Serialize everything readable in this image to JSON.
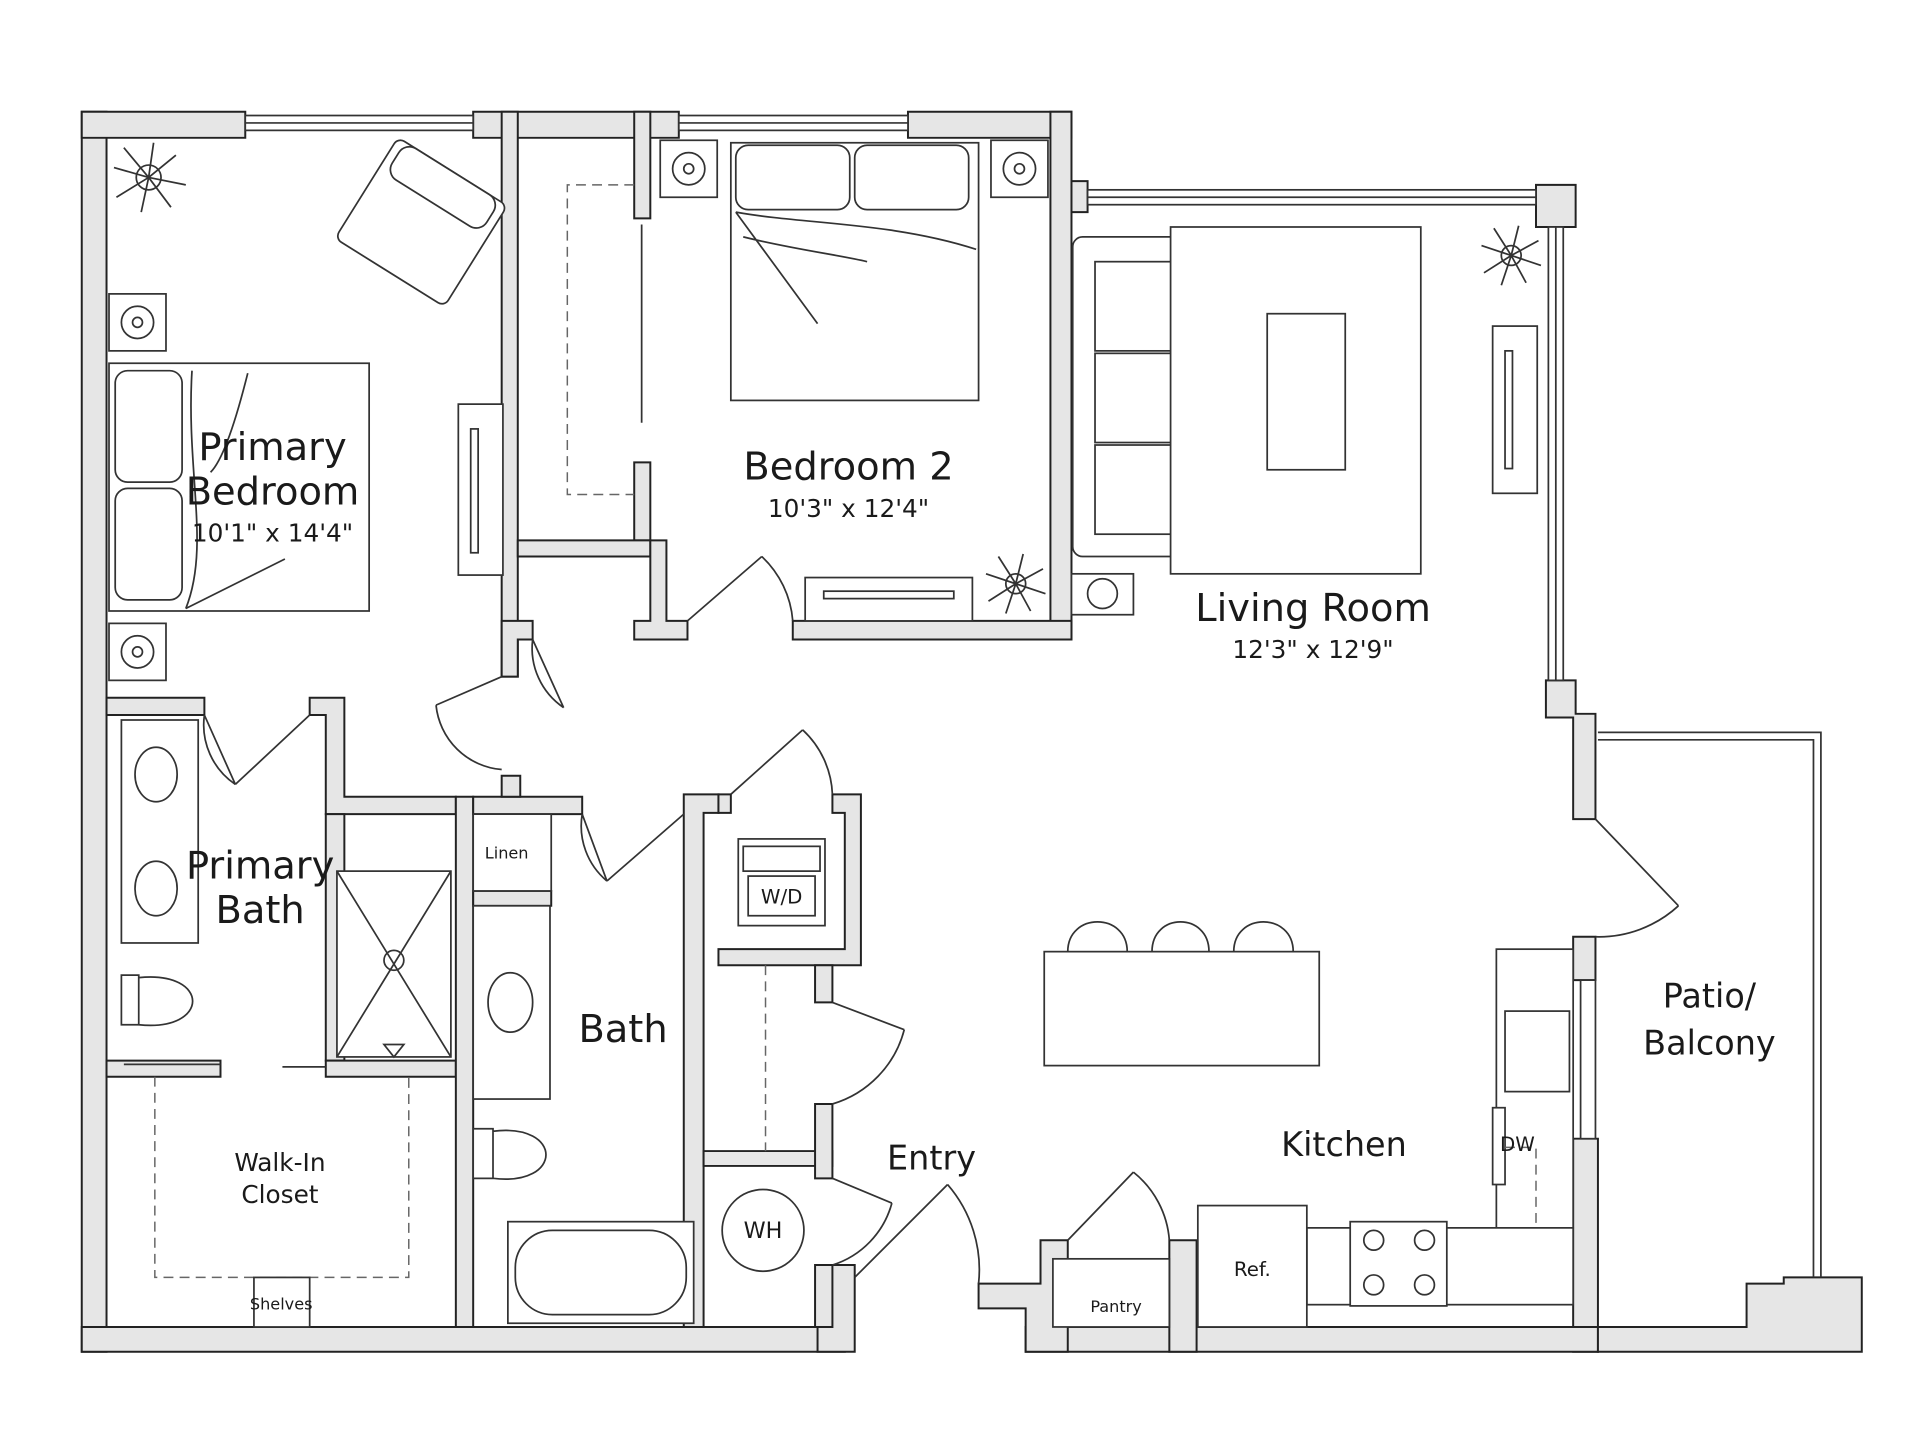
{
  "rooms": {
    "primary_bedroom": {
      "name_line1": "Primary",
      "name_line2": "Bedroom",
      "size": "10'1\" x 14'4\""
    },
    "bedroom2": {
      "name": "Bedroom 2",
      "size": "10'3\" x 12'4\""
    },
    "living_room": {
      "name": "Living Room",
      "size": "12'3\" x 12'9\""
    },
    "primary_bath": {
      "name_line1": "Primary",
      "name_line2": "Bath"
    },
    "bath": {
      "name": "Bath"
    },
    "walk_in_closet": {
      "name_line1": "Walk-In",
      "name_line2": "Closet"
    },
    "entry": {
      "name": "Entry"
    },
    "kitchen": {
      "name": "Kitchen"
    },
    "patio": {
      "name_line1": "Patio/",
      "name_line2": "Balcony"
    }
  },
  "fixtures": {
    "linen": "Linen",
    "washer_dryer": "W/D",
    "water_heater": "WH",
    "dishwasher": "DW",
    "refrigerator": "Ref.",
    "pantry": "Pantry",
    "shelves": "Shelves"
  },
  "colors": {
    "wall_fill": "#e6e6e6",
    "line": "#222222"
  }
}
